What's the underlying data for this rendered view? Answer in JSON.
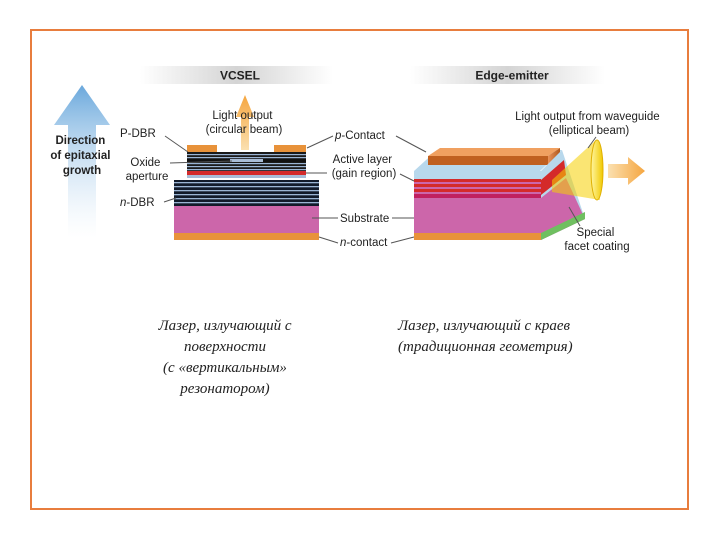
{
  "vcsel": {
    "title": "VCSEL",
    "growth_label": [
      "Direction",
      "of epitaxial",
      "growth"
    ],
    "light_output": [
      "Light output",
      "(circular beam)"
    ],
    "p_dbr": "P-DBR",
    "oxide_aperture": [
      "Oxide",
      "aperture"
    ],
    "n_dbr_italic": "n",
    "n_dbr_rest": "-DBR"
  },
  "shared": {
    "p_contact_italic": "p",
    "p_contact_rest": "-Contact",
    "active_layer": [
      "Active layer",
      "(gain region)"
    ],
    "substrate": "Substrate",
    "n_contact_italic": "n",
    "n_contact_rest": "-contact"
  },
  "edge": {
    "title": "Edge-emitter",
    "light_output": [
      "Light output from waveguide",
      "(elliptical beam)"
    ],
    "facet_coating": [
      "Special",
      "facet coating"
    ]
  },
  "captions": {
    "vcsel": [
      "Лазер, излучающий с",
      "поверхности",
      "(с «вертикальным»",
      "резонатором)"
    ],
    "edge": [
      "Лазер, излучающий с краев",
      "(традиционная геометрия)"
    ]
  },
  "colors": {
    "frame": "#e87d3e",
    "substrate": "#cc66aa",
    "contact": "#e8923a",
    "active": "#d42a2a",
    "arrow": "#f2a24a",
    "growth_arrow": "#7fb3e0",
    "beam": "#f5d000"
  }
}
